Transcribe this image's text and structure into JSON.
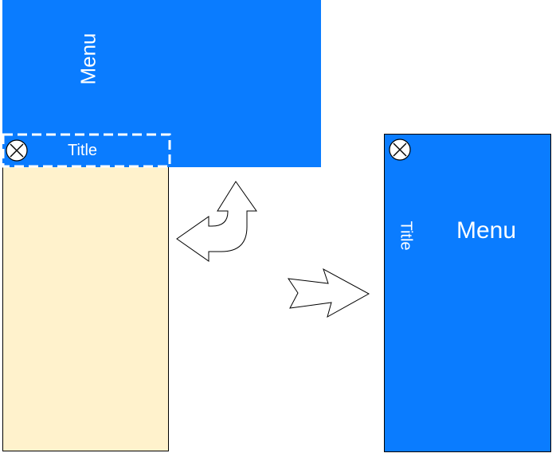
{
  "original_layout": {
    "menu_label": "Menu",
    "title_label": "Title",
    "close_icon": "circle-x-icon"
  },
  "transformed_layout": {
    "menu_label": "Menu",
    "title_label": "Title",
    "close_icon": "circle-x-icon"
  },
  "colors": {
    "menu_blue": "#0a7cff",
    "content_beige": "#fff2cc",
    "outline": "#000000",
    "text": "#ffffff"
  }
}
